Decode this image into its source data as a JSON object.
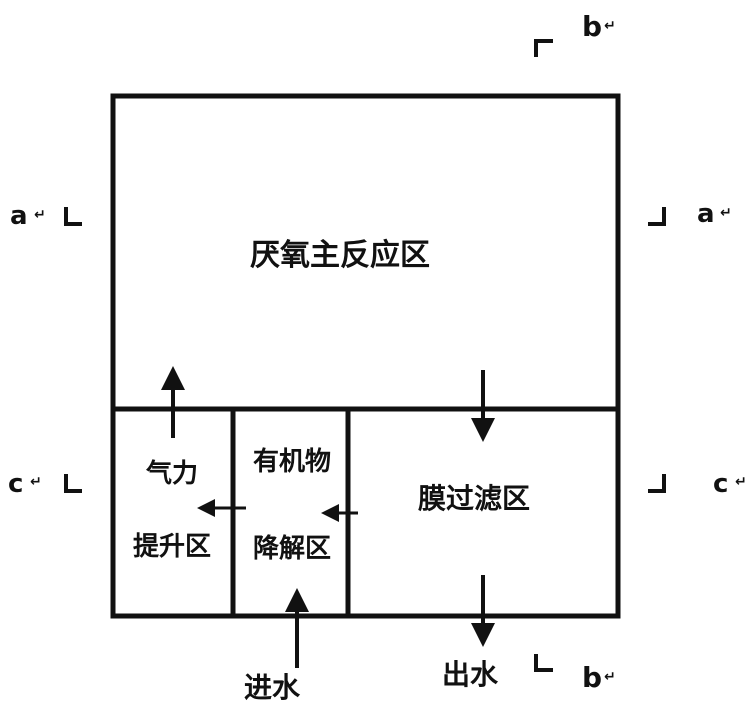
{
  "zones": {
    "main_reaction": "厌氧主反应区",
    "airlift_line1": "气力",
    "airlift_line2": "提升区",
    "organic_line1": "有机物",
    "organic_line2": "降解区",
    "membrane": "膜过滤区"
  },
  "flows": {
    "inlet": "进水",
    "outlet": "出水"
  },
  "section_markers": {
    "a_left": "a",
    "a_right": "a",
    "b_top": "b",
    "b_bottom": "b",
    "c_left": "c",
    "c_right": "c"
  },
  "colors": {
    "line": "#111111",
    "background": "#ffffff"
  }
}
